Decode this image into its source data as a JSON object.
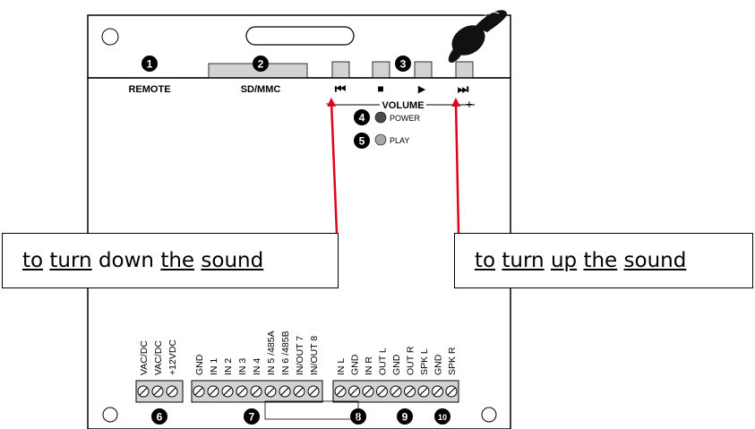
{
  "top_labels": {
    "remote": "REMOTE",
    "sdmmc": "SD/MMC"
  },
  "controls": {
    "prev_symbol": "⏮",
    "stop_symbol": "■",
    "play_symbol": "▶",
    "next_symbol": "⏭",
    "volume": "VOLUME",
    "minus": "−",
    "plus": "+"
  },
  "leds": {
    "power": "POWER",
    "play": "PLAY"
  },
  "badges": [
    "1",
    "2",
    "3",
    "4",
    "5",
    "6",
    "7",
    "8",
    "9",
    "10"
  ],
  "terminal_labels": {
    "power": [
      "VAC/DC",
      "VAC/DC",
      "+12VDC"
    ],
    "io": [
      "GND",
      "IN 1",
      "IN 2",
      "IN 3",
      "IN 4",
      "IN 5 /485A",
      "IN 6 /485B",
      "IN/OUT 7",
      "IN/OUT 8"
    ],
    "audio": [
      "IN L",
      "GND",
      "IN R",
      "OUT L",
      "GND",
      "OUT R",
      "SPK L",
      "GND",
      "SPK R"
    ]
  },
  "callouts": {
    "left": [
      "to",
      "turn",
      "down",
      "the",
      "sound"
    ],
    "right": [
      "to",
      "turn",
      "up",
      "the",
      "sound"
    ]
  },
  "colors": {
    "arrow": "#e0001a",
    "led_power": "#4a4a4a",
    "led_play": "#a8a8a8",
    "connector": "#d2d2d2",
    "outline": "#000000"
  },
  "icons": [
    "hand-pointer-icon"
  ]
}
